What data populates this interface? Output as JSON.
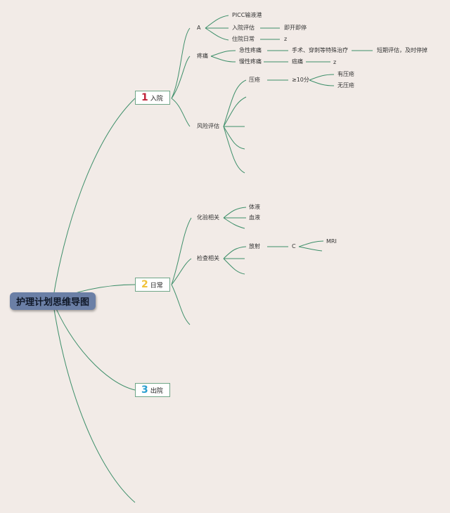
{
  "root": "护理计划思维导图",
  "stages": [
    {
      "num": "1",
      "label": "入院",
      "color": "#c0243a"
    },
    {
      "num": "2",
      "label": "日常",
      "color": "#f0c23a"
    },
    {
      "num": "3",
      "label": "出院",
      "color": "#2a9fd0"
    }
  ],
  "labels": {
    "A": "A",
    "picc": "PICC输液港",
    "ruyuan_pinggu": "入院评估",
    "jikai": "即开即停",
    "zhuyuan_richang": "住院日常",
    "z1": "z",
    "tengtong": "疼痛",
    "jixing": "急性疼痛",
    "shoushu": "手术、穿刺等特殊治疗",
    "duanqi": "短期评估，及时停掉",
    "manxing": "慢性疼痛",
    "aitong": "癌痛",
    "z2": "z",
    "yachuang": "压疮",
    "score": "≥10分",
    "you": "有压疮",
    "wu": "无压疮",
    "fengxian": "风险评估",
    "huayan": "化验相关",
    "tiye": "体液",
    "xueye": "血液",
    "jiancha": "检查相关",
    "fangshe": "放射",
    "C": "C",
    "mri": "MRI"
  },
  "colors": {
    "line": "#3e8f6a",
    "background": "#f2ebe7",
    "root_fill": "#6b7fa6"
  }
}
